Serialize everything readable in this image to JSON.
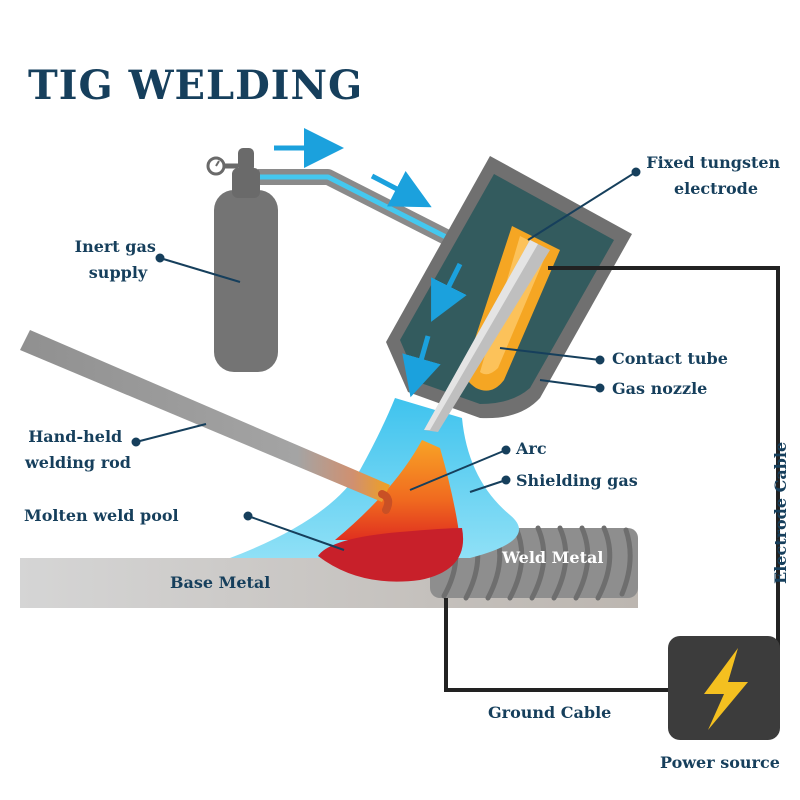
{
  "title": "TIG WELDING",
  "labels": {
    "fixed_tungsten_electrode": [
      "Fixed tungsten",
      "electrode"
    ],
    "inert_gas_supply": [
      "Inert gas",
      "supply"
    ],
    "contact_tube": "Contact tube",
    "gas_nozzle": "Gas nozzle",
    "hand_held_welding_rod": [
      "Hand-held",
      "welding rod"
    ],
    "arc": "Arc",
    "shielding_gas": "Shielding gas",
    "molten_weld_pool": "Molten weld pool",
    "weld_metal": "Weld Metal",
    "base_metal": "Base Metal",
    "electrode_cable": "Electrode Cable",
    "ground_cable": "Ground Cable",
    "power_source": "Power source"
  },
  "colors": {
    "title": "#163f5c",
    "nozzle": "#335b5e",
    "gas": "#44c8ef",
    "arrow": "#1ba1dd",
    "contact_tube": "#f5a623",
    "weld_pool": "#c8202a",
    "cable": "#222222",
    "power_source": "#3c3c3c",
    "lightning": "#f4c020"
  },
  "icons": [
    "gas-cylinder-icon",
    "pressure-gauge-icon",
    "lightning-bolt-icon"
  ]
}
